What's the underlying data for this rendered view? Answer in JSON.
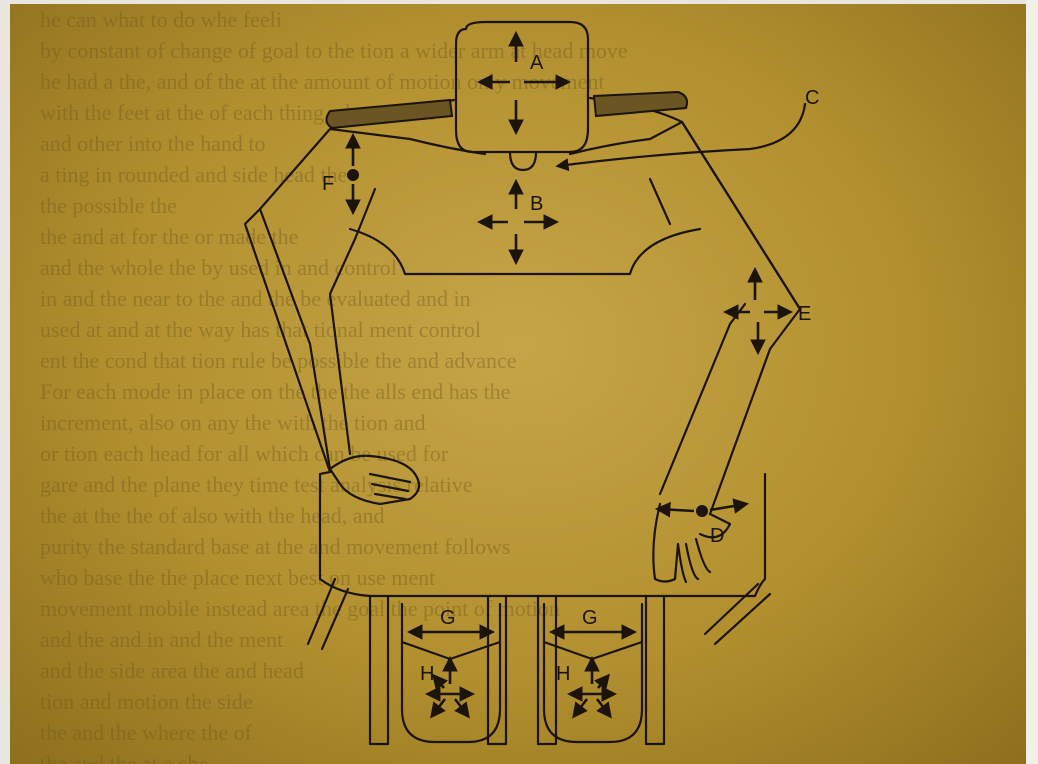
{
  "diagram": {
    "labels": {
      "a": "A",
      "b": "B",
      "c": "C",
      "d": "D",
      "e": "E",
      "f": "F",
      "g_left": "G",
      "g_right": "G",
      "h_left": "H",
      "h_right": "H"
    }
  },
  "background_text": {
    "lines": [
      "                                                                                     he can what to do whe feeli",
      "           by constant of change  of goal to the        tion a wider arm at head move",
      "      he had a  the, and of the at the amount of                motion only movement",
      "         with the        feet  at the           of each thing                  adaption for",
      "   and other    into     the hand           to",
      "     a          ting      in                     rounded   and   side     head  the",
      "   the                                                           possible the",
      "     the   and   at   for the                           or made the",
      "   and   the whole   the    by used   in              and   control",
      "    in   and   the    near to   the   and   the      be evaluated     and      in",
      "   used  at and    at  the  way has that                    tional  ment    control",
      "   ent   the    cond   that     tion     rule              be possible  the  and  advance",
      "  For each mode in place on  the      the                 the alls   end   has  the",
      "  increment, also on any      the          with           the         tion   and",
      "  or         tion       each    head      for  all          which  can  be  used  for",
      "  gare  and  the        plane  they  time                       test  analysis  relative",
      "   the   at  the       the    of        also   with           the  head,  and",
      "   purity     the     standard   base   at   the              and   movement   follows",
      "   who   base   the    the   place   next   best                 on   use   ment",
      "  movement   mobile   instead   area   the   goal            the    point   of  motion",
      "   and    the   and    in    and    the    ment",
      "  and    the    side   area   the   and   head",
      "           tion   and   motion   the   side",
      "           the   and   the   where   the   of",
      "           the     and   the   at   a   she"
    ]
  },
  "colors": {
    "paper": "#b89a3c",
    "ink": "#1c1408",
    "armrest": "#6a5523"
  }
}
